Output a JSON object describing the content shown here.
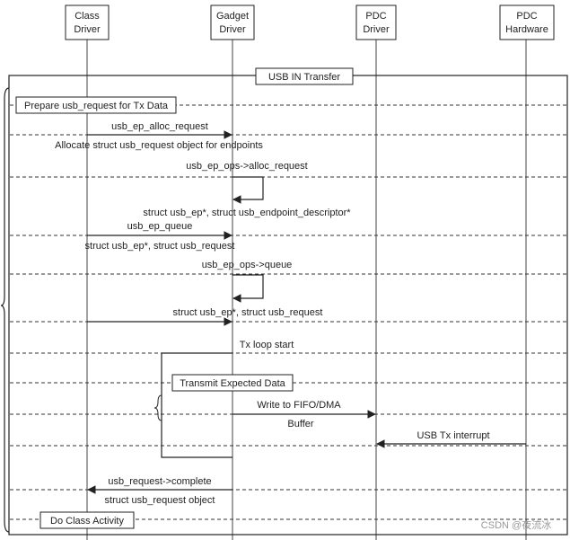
{
  "participants": [
    {
      "line1": "Class",
      "line2": "Driver"
    },
    {
      "line1": "Gadget",
      "line2": "Driver"
    },
    {
      "line1": "PDC",
      "line2": "Driver"
    },
    {
      "line1": "PDC",
      "line2": "Hardware"
    }
  ],
  "frame_title": "USB IN Transfer",
  "notes": {
    "prepare": "Prepare usb_request for Tx Data",
    "transmit": "Transmit Expected Data",
    "class_activity": "Do Class Activity"
  },
  "messages": {
    "alloc_request": "usb_ep_alloc_request",
    "alloc_desc": "Allocate struct usb_request object for endpoints",
    "ops_alloc": "usb_ep_ops->alloc_request",
    "ops_alloc_args": "struct usb_ep*, struct usb_endpoint_descriptor*",
    "queue": "usb_ep_queue",
    "queue_args": "struct usb_ep*, struct usb_request",
    "ops_queue": "usb_ep_ops->queue",
    "ops_queue_args": "struct usb_ep*, struct usb_request",
    "loop_start": "Tx loop start",
    "fifo": "Write to FIFO/DMA",
    "buffer": "Buffer",
    "interrupt": "USB Tx interrupt",
    "complete": "usb_request->complete",
    "complete_args": "struct usb_request object"
  },
  "watermark": "CSDN @夜流冰"
}
